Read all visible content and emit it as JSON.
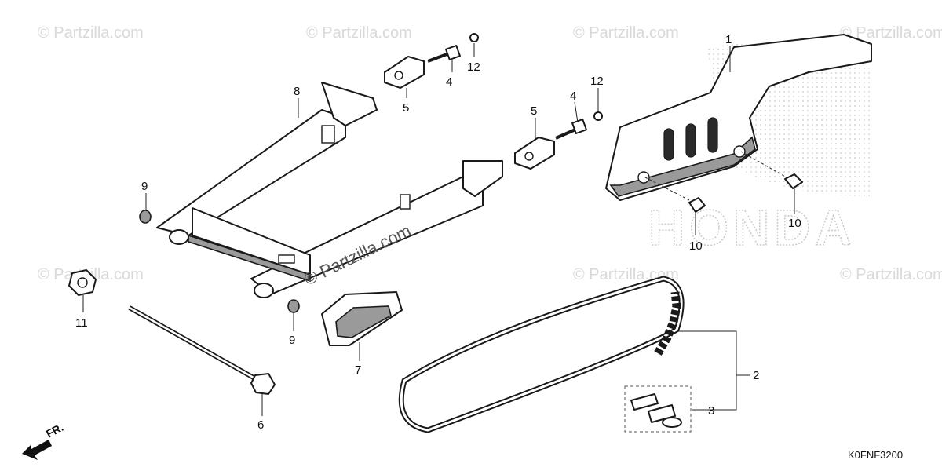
{
  "watermark": {
    "text": "© Partzilla.com"
  },
  "brand_text": "HONDA",
  "diagram_code": "K0FNF3200",
  "direction_label": "FR.",
  "callouts": {
    "c1": "1",
    "c2": "2",
    "c3": "3",
    "c4a": "4",
    "c4b": "4",
    "c5a": "5",
    "c5b": "5",
    "c6": "6",
    "c7": "7",
    "c8": "8",
    "c9a": "9",
    "c9b": "9",
    "c10a": "10",
    "c10b": "10",
    "c11": "11",
    "c12a": "12",
    "c12b": "12"
  }
}
